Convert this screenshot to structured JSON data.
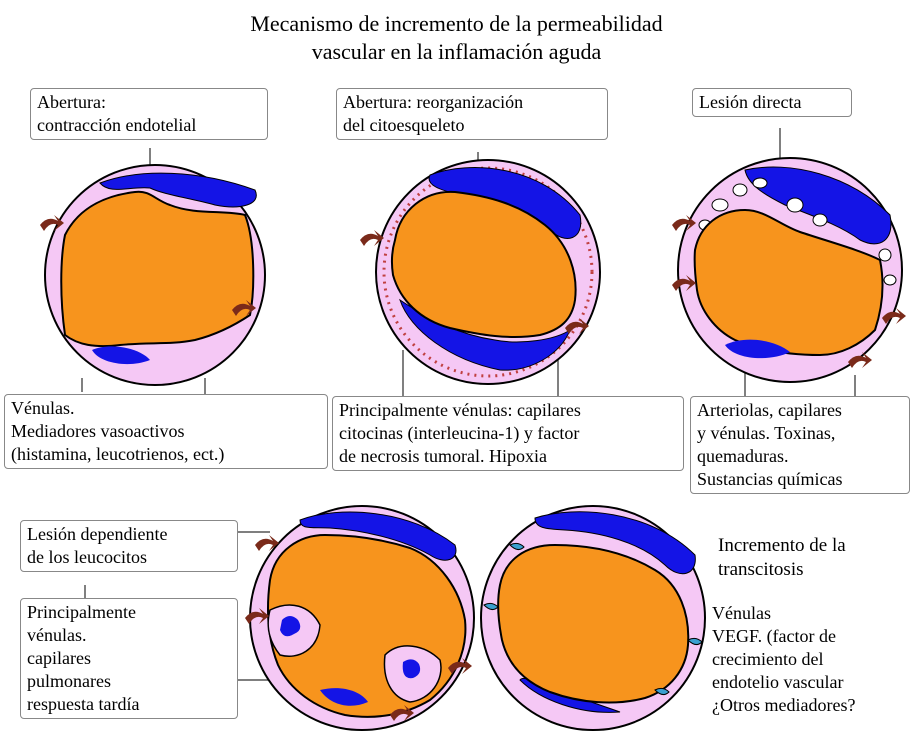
{
  "title": {
    "line1": "Mecanismo de incremento de la permeabilidad",
    "line2": "vascular en la inflamación aguda"
  },
  "panels": [
    {
      "label_lines": [
        "Abertura:",
        "contracción endotelial"
      ],
      "description_lines": [
        "Vénulas.",
        "Mediadores vasoactivos",
        "(histamina, leucotrienos, ect.)"
      ]
    },
    {
      "label_lines": [
        "Abertura: reorganización",
        "del citoesqueleto"
      ],
      "description_lines": [
        "Principalmente vénulas: capilares",
        "citocinas (interleucina-1) y factor",
        "de necrosis tumoral. Hipoxia"
      ]
    },
    {
      "label_lines": [
        "Lesión directa"
      ],
      "description_lines": [
        "Arteriolas, capilares",
        "y vénulas. Toxinas,",
        "quemaduras.",
        "Sustancias químicas"
      ]
    },
    {
      "label_lines": [
        "Lesión dependiente",
        "de los leucocitos"
      ],
      "description_lines": [
        "Principalmente",
        "vénulas.",
        "capilares",
        "pulmonares",
        "respuesta tardía"
      ]
    },
    {
      "label_lines": [
        "Incremento de la",
        "transcitosis"
      ],
      "description_lines": [
        "Vénulas",
        "VEGF. (factor de",
        "crecimiento del",
        "endotelio vascular",
        "¿Otros mediadores?"
      ]
    }
  ],
  "colors": {
    "lumen": "#F7941D",
    "endothelium": "#F5C8F5",
    "cell_nucleus": "#1414E6",
    "arrow": "#7A2A1A",
    "outline": "#000000",
    "box_border": "#888888",
    "vesicle": "#3AA0D0"
  }
}
